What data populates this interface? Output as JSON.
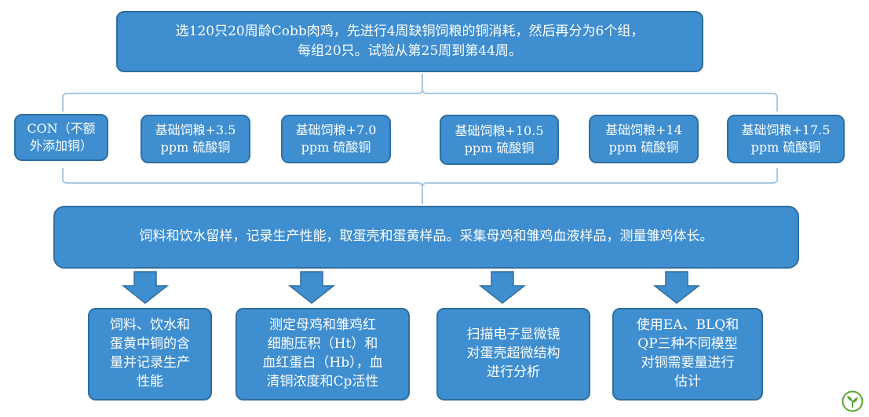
{
  "top": {
    "text": "选120只20周龄Cobb肉鸡，先进行4周缺铜饲粮的铜消耗，然后再分为6个组，\n每组20只。试验从第25周到第44周。"
  },
  "groups": [
    {
      "label": "CON（不额\n外添加铜）"
    },
    {
      "label": "基础饲粮+3.5\nppm 硫酸铜"
    },
    {
      "label": "基础饲粮+7.0\nppm 硫酸铜"
    },
    {
      "label": "基础饲粮+10.5\nppm 硫酸铜"
    },
    {
      "label": "基础饲粮+14\nppm 硫酸铜"
    },
    {
      "label": "基础饲粮+17.5\nppm 硫酸铜"
    }
  ],
  "middle": {
    "text": "饲料和饮水留样，记录生产性能，取蛋壳和蛋黄样品。采集母鸡和雏鸡血液样品，测量雏鸡体长。"
  },
  "outcomes": [
    {
      "label": "饲料、饮水和\n蛋黄中铜的含\n量并记录生产\n性能"
    },
    {
      "label": "测定母鸡和雏鸡红\n细胞压积（Ht）和\n血红蛋白（Hb），血\n清铜浓度和Cp活性"
    },
    {
      "label": "扫描电子显微镜\n对蛋壳超微结构\n进行分析"
    },
    {
      "label": "使用EA、BLQ和\nQP三种不同模型\n对铜需要量进行\n估计"
    }
  ],
  "colors": {
    "box_fill": "#3e8ed0",
    "box_border": "#2f6f9f",
    "bracket": "#a9c9e4",
    "logo_green": "#5aa832"
  },
  "icons": [
    "sprout-logo-icon",
    "down-arrow-icon"
  ]
}
